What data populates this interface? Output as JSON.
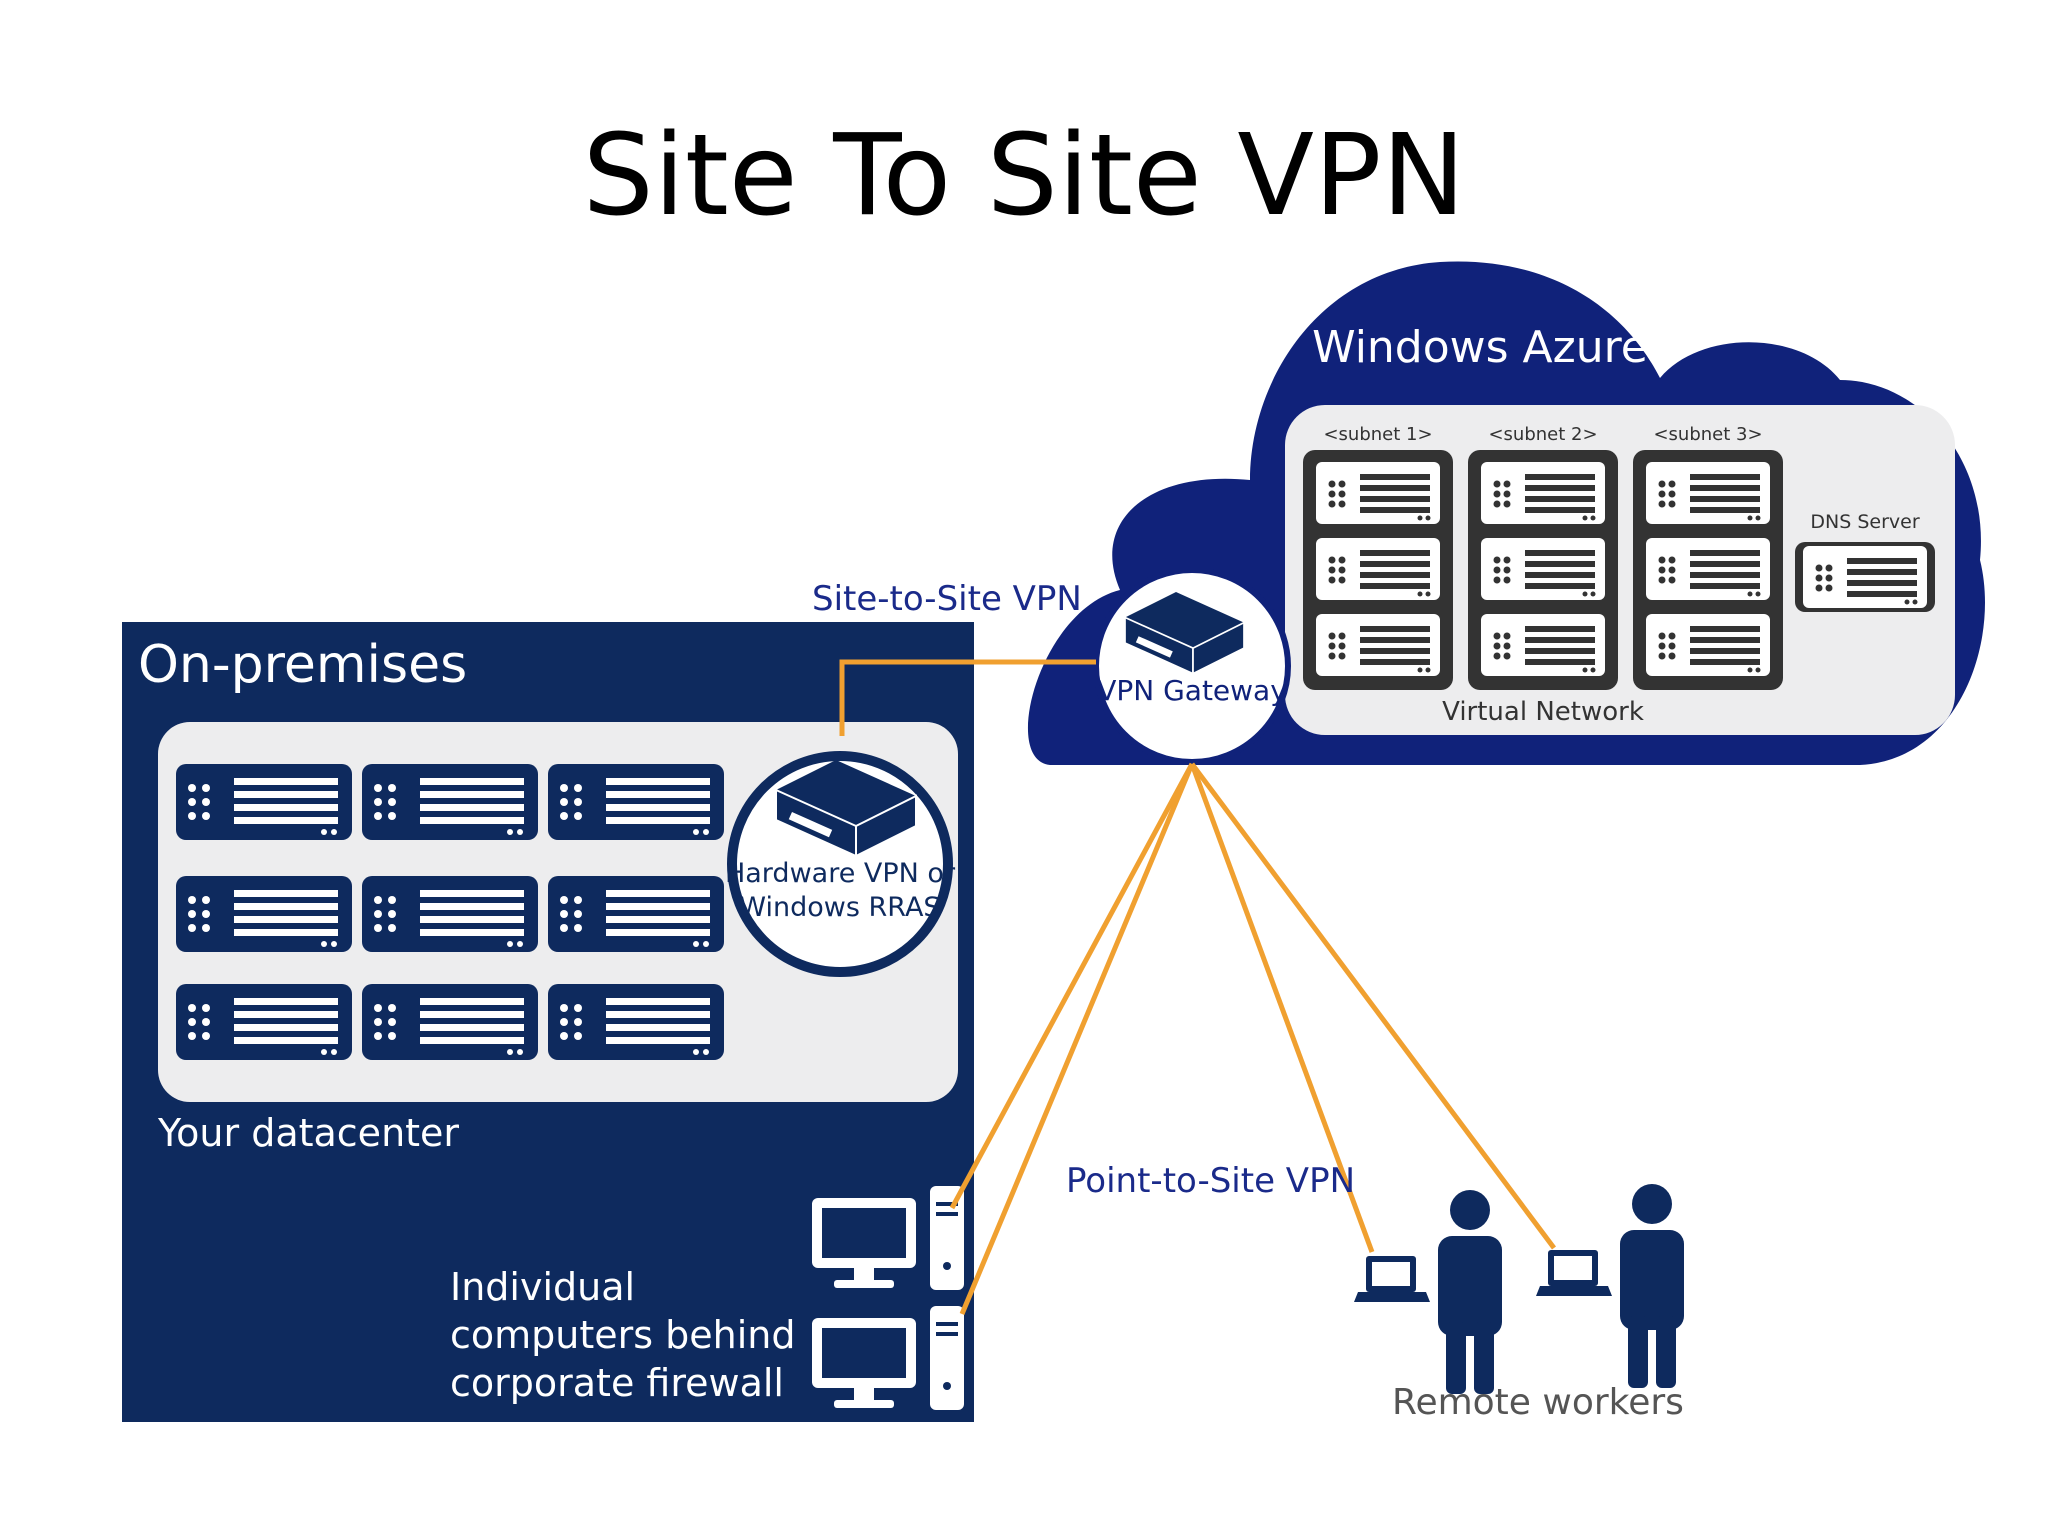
{
  "slide": {
    "title": "Site To Site VPN"
  },
  "cloud": {
    "title": "Windows Azure",
    "subnets": [
      "<subnet 1>",
      "<subnet 2>",
      "<subnet 3>"
    ],
    "virtual_network_label": "Virtual Network",
    "dns_label": "DNS Server",
    "gateway_label": "VPN Gateway"
  },
  "onprem": {
    "title": "On-premises",
    "datacenter_label": "Your datacenter",
    "hw_vpn_line1": "Hardware VPN or",
    "hw_vpn_line2": "Windows RRAS",
    "computers_line1": "Individual",
    "computers_line2": "computers behind",
    "computers_line3": "corporate firewall"
  },
  "connections": {
    "site_to_site": "Site-to-Site VPN",
    "point_to_site": "Point-to-Site VPN"
  },
  "remote": {
    "label": "Remote workers"
  },
  "colors": {
    "navy": "#0e2a5e",
    "cloud_navy": "#10227a",
    "orange": "#f0a030",
    "panel_gray": "#ededee"
  },
  "icons": {
    "server": "server-icon",
    "vpn_device": "vpn-appliance-icon",
    "computer": "desktop-computer-icon",
    "person": "person-icon",
    "laptop": "laptop-icon"
  }
}
